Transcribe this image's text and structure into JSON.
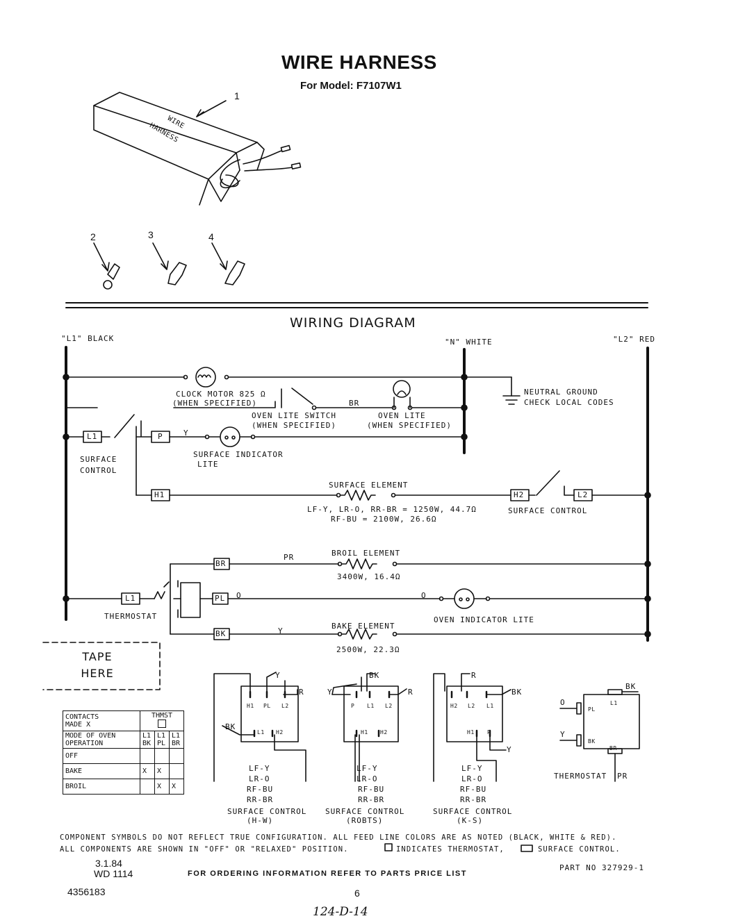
{
  "header": {
    "title": "WIRE HARNESS",
    "model": "For Model: F7107W1"
  },
  "callouts": [
    "1",
    "2",
    "3",
    "4"
  ],
  "box_print": [
    "WIRE",
    "HARNESS"
  ],
  "diagram": {
    "title": "WIRING DIAGRAM",
    "l1_label": "\"L1\" BLACK",
    "n_label": "\"N\" WHITE",
    "l2_label": "\"L2\" RED",
    "clock_motor": [
      "CLOCK MOTOR 825 Ω",
      "(WHEN SPECIFIED)"
    ],
    "oven_lite_switch": [
      "OVEN LITE SWITCH",
      "(WHEN SPECIFIED)"
    ],
    "br": "BR",
    "oven_lite": [
      "OVEN LITE",
      "(WHEN SPECIFIED)"
    ],
    "neutral_ground": [
      "NEUTRAL GROUND",
      "CHECK LOCAL CODES"
    ],
    "l1_box": "L1",
    "p_box": "P",
    "y_wire": "Y",
    "surface_control_left": [
      "SURFACE",
      "CONTROL"
    ],
    "surface_indicator": [
      "SURFACE INDICATOR",
      "LITE"
    ],
    "h1_box": "H1",
    "surface_element": "SURFACE ELEMENT",
    "surface_element_ratings": [
      "LF-Y, LR-O, RR-BR = 1250W, 44.7Ω",
      "RF-BU = 2100W, 26.6Ω"
    ],
    "h2_box": "H2",
    "l2_box": "L2",
    "surface_control_right": "SURFACE   CONTROL",
    "br_box": "BR",
    "pr_wire": "PR",
    "broil_element": "BROIL ELEMENT",
    "broil_rating": "3400W, 16.4Ω",
    "thermostat_l1": "L1",
    "pl_box": "PL",
    "o_wire": "O",
    "oven_indicator": "OVEN INDICATOR LITE",
    "thermostat": "THERMOSTAT",
    "bk_box": "BK",
    "bake_element": "BAKE ELEMENT",
    "bake_rating": "2500W, 22.3Ω"
  },
  "tape": [
    "TAPE",
    "HERE"
  ],
  "contacts_table": {
    "head1": [
      "CONTACTS",
      "MADE  X",
      "THMST"
    ],
    "head2": [
      "MODE OF OVEN",
      "OPERATION"
    ],
    "cols_top": [
      "L1",
      "L1",
      "L1"
    ],
    "cols_bot": [
      "BK",
      "PL",
      "BR"
    ],
    "rows": [
      {
        "label": "OFF",
        "cells": [
          "",
          "",
          ""
        ]
      },
      {
        "label": "BAKE",
        "cells": [
          "X",
          "X",
          ""
        ]
      },
      {
        "label": "BROIL",
        "cells": [
          "",
          "X",
          "X"
        ]
      }
    ]
  },
  "control_hw": {
    "terms": [
      "H1",
      "PL",
      "L2",
      "L1",
      "H2"
    ],
    "wires": [
      "Y",
      "R",
      "BK"
    ],
    "legend": [
      "LF-Y",
      "LR-O",
      "RF-BU",
      "RR-BR"
    ],
    "caption": [
      "SURFACE CONTROL",
      "(H-W)"
    ]
  },
  "control_robts": {
    "terms": [
      "P",
      "L1",
      "L2",
      "H1",
      "H2"
    ],
    "wires": [
      "BK",
      "Y",
      "R"
    ],
    "legend": [
      "LF-Y",
      "LR-O",
      "RF-BU",
      "RR-BR"
    ],
    "caption": [
      "SURFACE CONTROL",
      "(ROBTS)"
    ]
  },
  "control_ks": {
    "terms": [
      "H2",
      "L2",
      "L1",
      "H1",
      "P"
    ],
    "wires": [
      "R",
      "BK",
      "Y"
    ],
    "legend": [
      "LF-Y",
      "LR-O",
      "RF-BU",
      "RR-BR"
    ],
    "caption": [
      "SURFACE CONTROL",
      "(K-S)"
    ]
  },
  "thermostat_detail": {
    "wires": [
      "BK",
      "O",
      "Y"
    ],
    "terms": [
      "PL",
      "L1",
      "BK",
      "BR"
    ],
    "caption": "THERMOSTAT",
    "pr": "PR"
  },
  "notes": [
    "COMPONENT SYMBOLS DO NOT REFLECT TRUE CONFIGURATION. ALL FEED LINE COLORS ARE AS NOTED (BLACK, WHITE & RED).",
    "ALL COMPONENTS ARE SHOWN IN \"OFF\" OR \"RELAXED\" POSITION.",
    "INDICATES THERMOSTAT,",
    "SURFACE CONTROL."
  ],
  "footer": {
    "date": "3.1.84",
    "wd": "WD 1114",
    "order": "FOR ORDERING INFORMATION REFER TO PARTS PRICE LIST",
    "part": "PART NO  327929-1",
    "doc": "4356183",
    "page": "6",
    "handwritten": "124-D-14"
  }
}
